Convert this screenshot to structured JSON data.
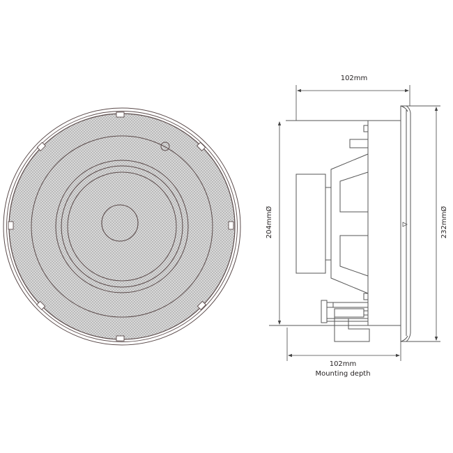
{
  "diagram": {
    "title": "Ceiling speaker dimensional drawing",
    "views": {
      "front": {
        "name": "front-view",
        "description": "Round grille with concentric rings and mesh pattern"
      },
      "side": {
        "name": "side-view",
        "description": "Side profile with flange, basket, magnet and terminal"
      }
    },
    "colors": {
      "line": "#5a4a4a",
      "dim_line": "#444444",
      "grille_fill": "#c8c8c8",
      "grille_dot": "#9a9a9a",
      "background": "#ffffff",
      "text": "#231f20"
    },
    "dimensions": {
      "top_depth": {
        "label": "102mm"
      },
      "cutout_diameter": {
        "label": "204mmØ"
      },
      "overall_diameter": {
        "label": "232mmØ"
      },
      "mounting_depth": {
        "label": "102mm",
        "caption": "Mounting depth"
      }
    }
  }
}
